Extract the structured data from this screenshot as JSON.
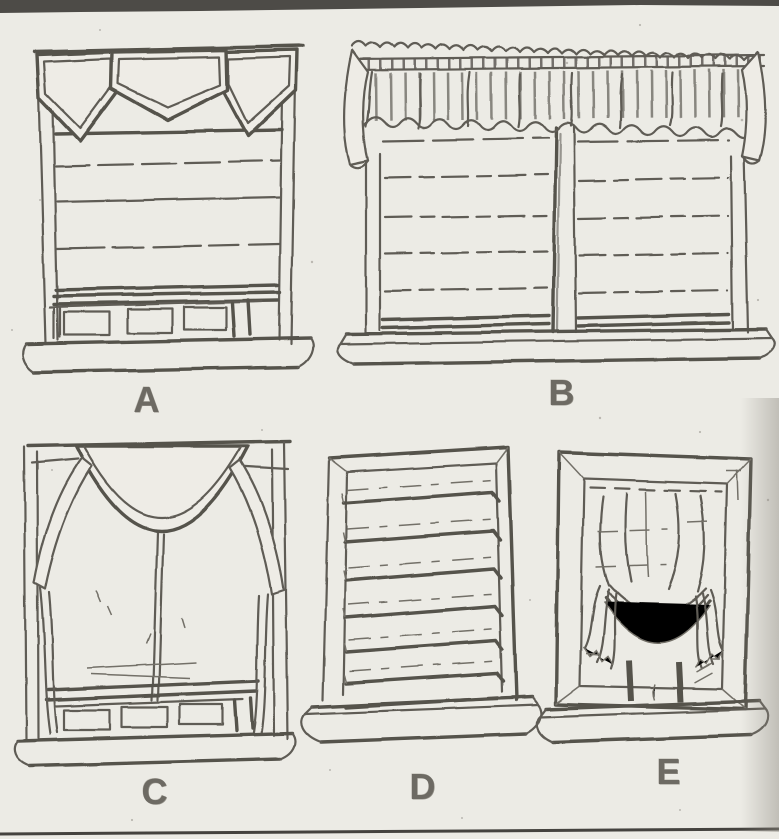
{
  "page": {
    "kind": "window-treatment line illustration",
    "panels": [
      {
        "id": "A",
        "label": "A",
        "treatment": "pennant valance over roman shade"
      },
      {
        "id": "B",
        "label": "B",
        "treatment": "gathered ruffle valance over roman shades, double window"
      },
      {
        "id": "C",
        "label": "C",
        "treatment": "arched swag valance with tied-back side curtains over shade"
      },
      {
        "id": "D",
        "label": "D",
        "treatment": "horizontal pleated roman shade"
      },
      {
        "id": "E",
        "label": "E",
        "treatment": "tie-up swag shade over paned window"
      }
    ],
    "colors": {
      "paper": "#ecebe5",
      "ink": "#5e5b55",
      "ink_bold": "#55524c",
      "scan_edge": "#4d4b47",
      "label_text": "#6d6a63"
    }
  }
}
